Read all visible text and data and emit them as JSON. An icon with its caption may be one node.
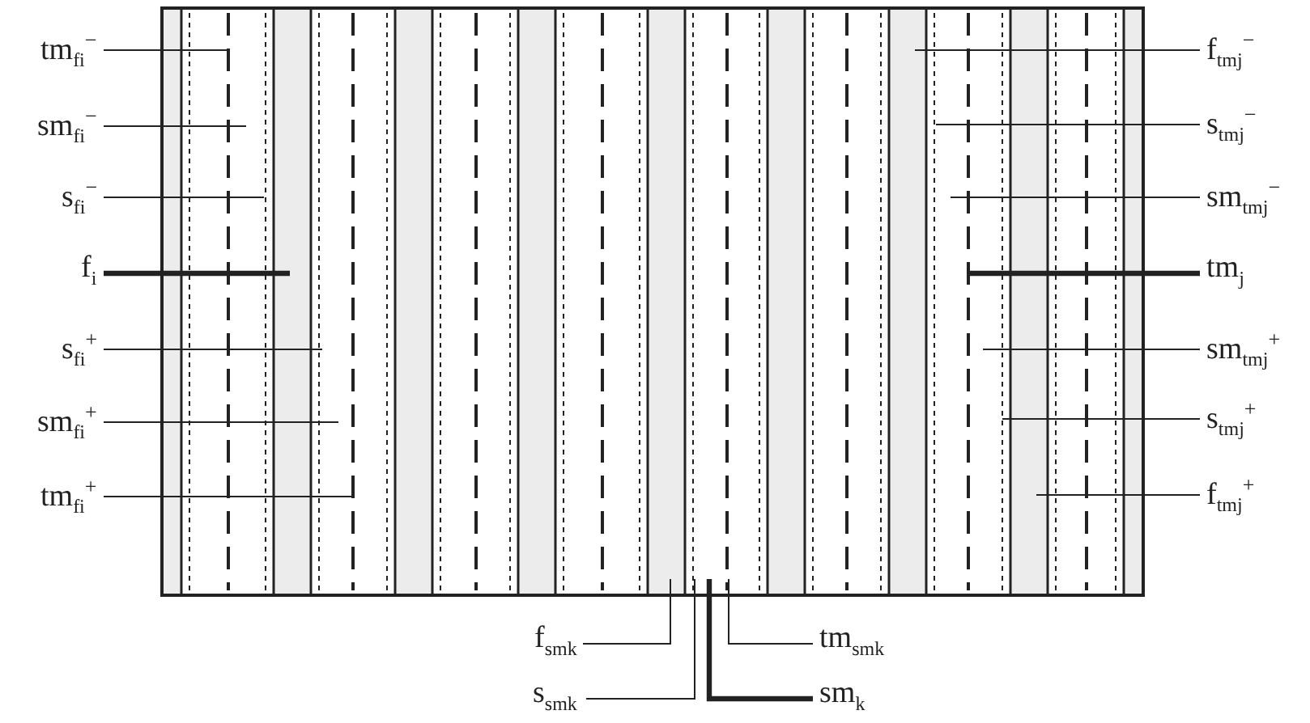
{
  "diagram": {
    "nodes": [
      {
        "text": [
          "tm$_{fi}$$^{−}$"
        ]
      },
      {
        "text": [
          "sm$_{fi}$$^{−}$"
        ]
      },
      {
        "text": [
          "s$_{fi}$$^{−}$"
        ]
      },
      {
        "text": [
          "f$_{i}$"
        ]
      },
      {
        "text": [
          "s$_{fi}$$^{+}$"
        ]
      },
      {
        "text": [
          "sm$_{fi}$$^{+}$"
        ]
      },
      {
        "text": [
          "tm$_{fi}$$^{+}$"
        ]
      },
      {
        "text": [
          "f$_{tmj}$$^{−}$"
        ]
      },
      {
        "text": [
          "s$_{tmj}$$^{−}$"
        ]
      },
      {
        "text": [
          "sm$_{tmj}$$^{−}$"
        ]
      },
      {
        "text": [
          "tm$_{j}$"
        ]
      },
      {
        "text": [
          "sm$_{tmj}$$^{+}$"
        ]
      },
      {
        "text": [
          "s$_{tmj}$$^{+}$"
        ]
      },
      {
        "text": [
          "f$_{tmj}$$^{+}$"
        ]
      },
      {
        "text": [
          "f$_{smk}$"
        ]
      },
      {
        "text": [
          "tm$_{smk}$"
        ]
      },
      {
        "text": [
          "s$_{smk}$"
        ]
      },
      {
        "text": [
          "sm$_{k}$"
        ]
      }
    ],
    "edges": [
      {
        "from": 0,
        "to": null,
        "arrow": "none"
      },
      {
        "from": 1,
        "to": null,
        "arrow": "none"
      },
      {
        "from": 2,
        "to": null,
        "arrow": "none"
      },
      {
        "from": 3,
        "to": null,
        "arrow": "none",
        "style": "thick"
      },
      {
        "from": 4,
        "to": null,
        "arrow": "none"
      },
      {
        "from": 5,
        "to": null,
        "arrow": "none"
      },
      {
        "from": 6,
        "to": null,
        "arrow": "none"
      },
      {
        "from": 7,
        "to": null,
        "arrow": "none"
      },
      {
        "from": 8,
        "to": null,
        "arrow": "none"
      },
      {
        "from": 9,
        "to": null,
        "arrow": "none"
      },
      {
        "from": 10,
        "to": null,
        "arrow": "none",
        "style": "thick"
      },
      {
        "from": 11,
        "to": null,
        "arrow": "none"
      },
      {
        "from": 12,
        "to": null,
        "arrow": "none"
      },
      {
        "from": 13,
        "to": null,
        "arrow": "none"
      },
      {
        "from": 14,
        "to": null,
        "arrow": "none"
      },
      {
        "from": 15,
        "to": null,
        "arrow": "none"
      },
      {
        "from": 16,
        "to": null,
        "arrow": "none"
      },
      {
        "from": 17,
        "to": null,
        "arrow": "none",
        "style": "thick"
      }
    ]
  }
}
